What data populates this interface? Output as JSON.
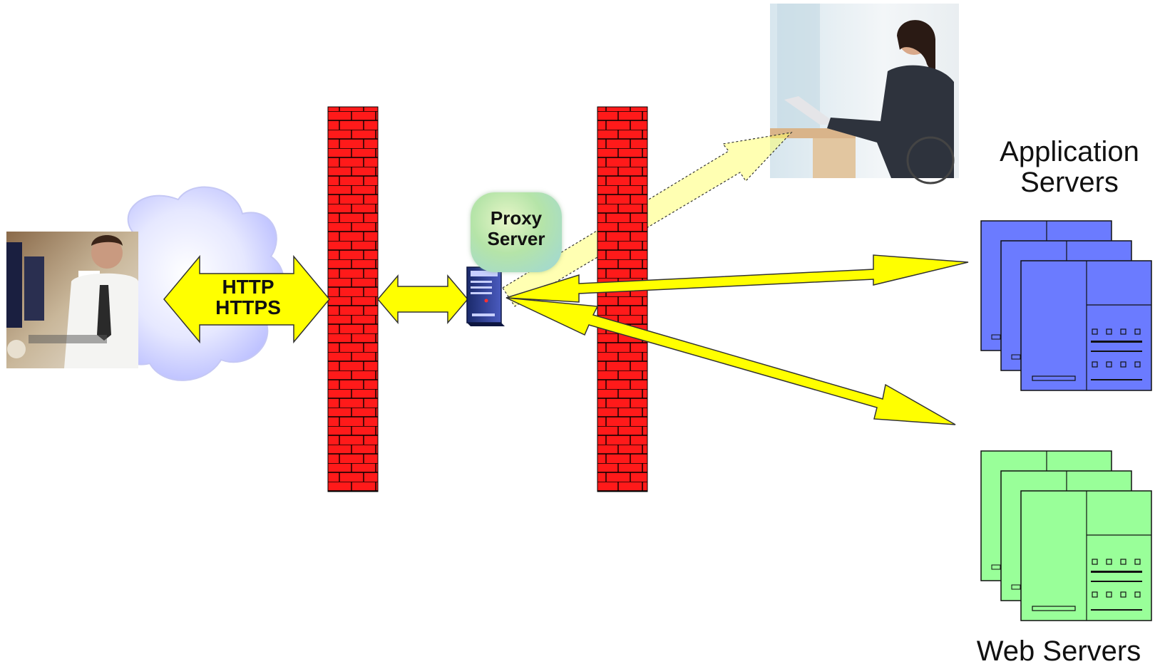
{
  "labels": {
    "protocol_line1": "HTTP",
    "protocol_line2": "HTTPS",
    "proxy_line1": "Proxy",
    "proxy_line2": "Server",
    "app_servers_line1": "Application",
    "app_servers_line2": "Servers",
    "web_servers": "Web Servers"
  },
  "colors": {
    "firewall": "#ff1a1a",
    "firewall_mortar": "#000000",
    "arrow_fill": "#ffff00",
    "app_server_fill": "#6b7bff",
    "web_server_fill": "#99ff99",
    "cloud": "#c8ccff"
  },
  "icons": [
    "office-worker-photo",
    "cloud-icon",
    "firewall-wall",
    "proxy-server-icon",
    "remote-worker-photo",
    "server-stack-icon"
  ]
}
